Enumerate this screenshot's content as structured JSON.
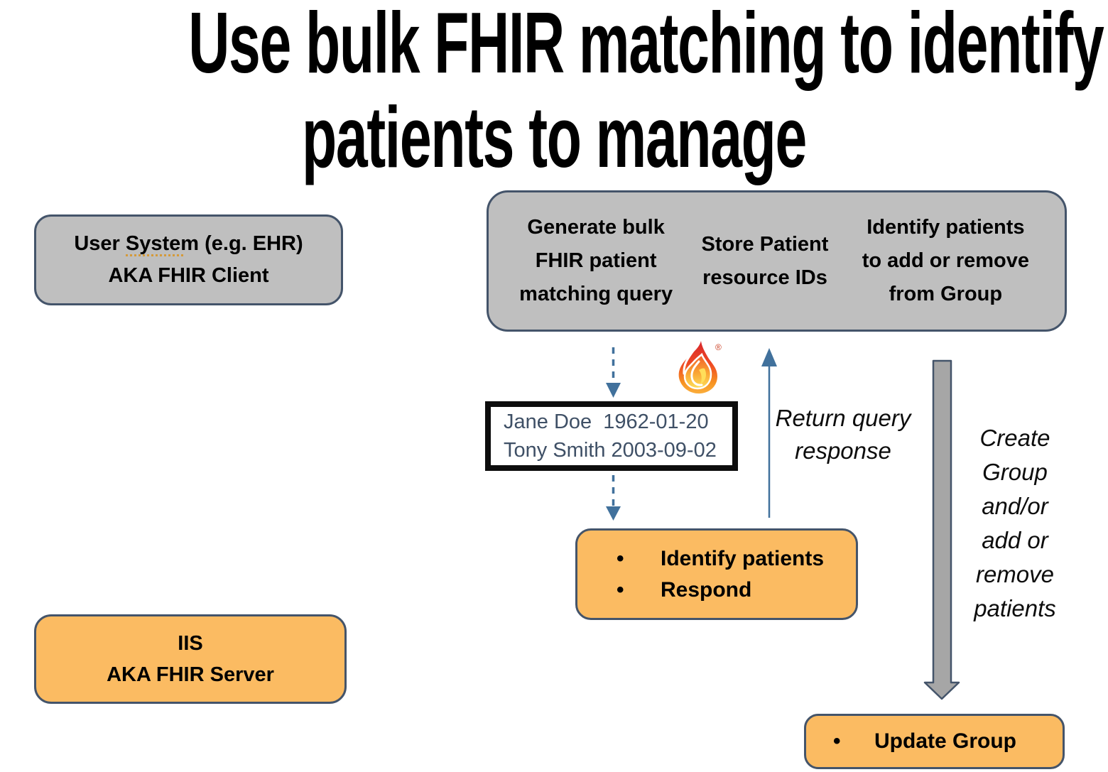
{
  "title": {
    "line1": "Use bulk FHIR matching to identify",
    "line2": "patients to manage"
  },
  "user_system_box": {
    "line1": "User System (e.g. EHR)",
    "line2": "AKA FHIR Client"
  },
  "iis_box": {
    "line1": "IIS",
    "line2": "AKA FHIR Server"
  },
  "client_pipeline": {
    "steps": [
      "Generate bulk\nFHIR patient\nmatching query",
      "Store Patient\nresource IDs",
      "Identify patients\nto add or remove\nfrom Group"
    ]
  },
  "patient_list": [
    "Jane Doe  1962-01-20",
    "Tony Smith 2003-09-02"
  ],
  "iis_actions": {
    "bullet": "•",
    "items": [
      "Identify patients",
      "Respond"
    ]
  },
  "update_group": {
    "bullet": "•",
    "items": [
      "Update Group"
    ]
  },
  "annotations": {
    "return_query": "Return query\nresponse",
    "create_group": "Create\nGroup\nand/or\nadd or\nremove\npatients"
  },
  "fhir_logo": {
    "registered_mark": "®"
  },
  "colors": {
    "border_navy": "#44546A",
    "box_gray": "#BFBFBF",
    "box_orange": "#FBBB62",
    "arrow_blue": "#41719C",
    "arrow_gray_fill": "#A6A6A6",
    "patient_text": "#3F5066",
    "flame_red": "#D7262C",
    "flame_orange": "#F79422",
    "flame_yellow": "#FDE05A"
  }
}
